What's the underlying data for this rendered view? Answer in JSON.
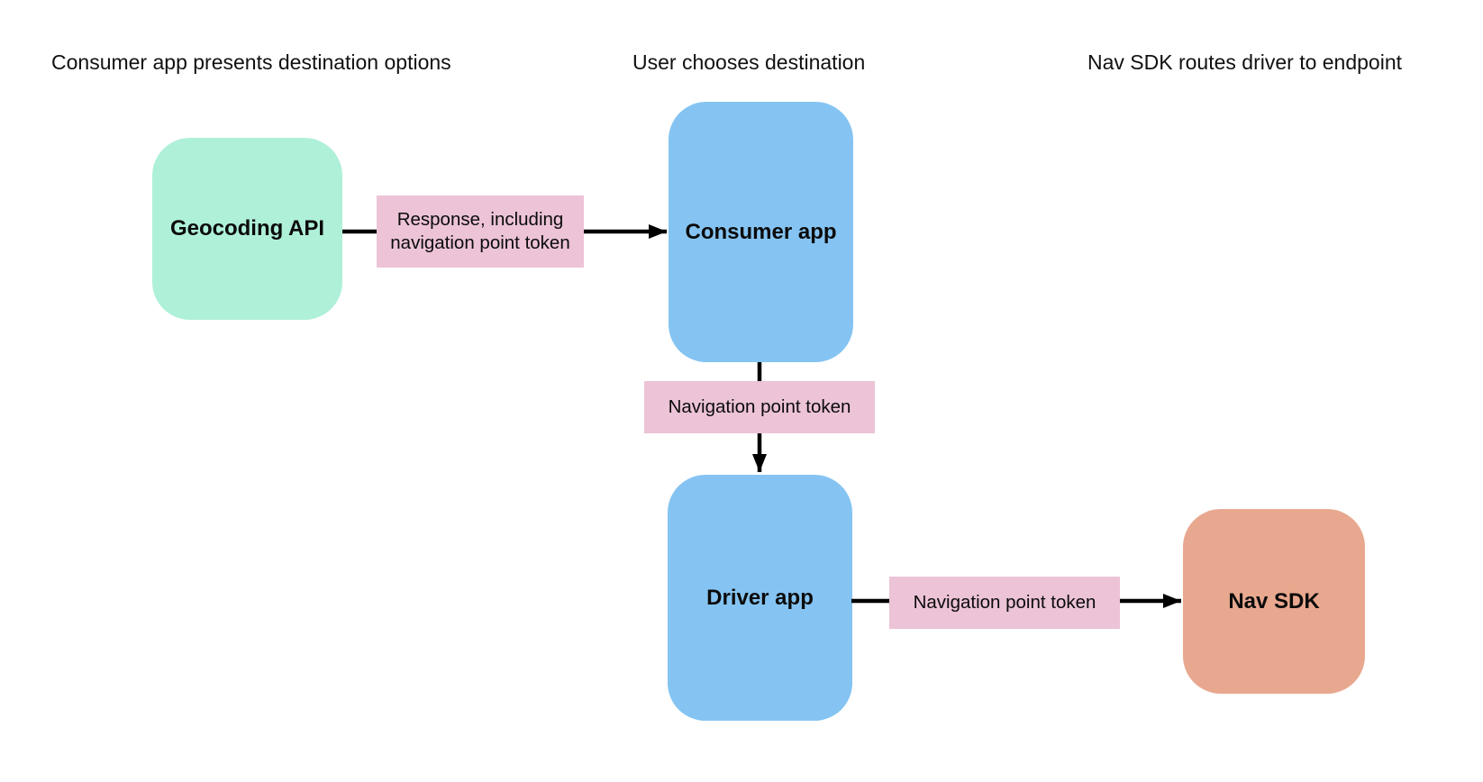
{
  "diagram": {
    "background": "#ffffff",
    "arrow_color": "#000000",
    "headers": [
      {
        "label": "Consumer app presents destination options"
      },
      {
        "label": "User chooses destination"
      },
      {
        "label": "Nav SDK routes driver to endpoint"
      }
    ],
    "nodes": [
      {
        "id": "geocoding-api",
        "label": "Geocoding API",
        "color": "#aff0d9"
      },
      {
        "id": "consumer-app",
        "label": "Consumer app",
        "color": "#85c4f2"
      },
      {
        "id": "driver-app",
        "label": "Driver app",
        "color": "#85c4f2"
      },
      {
        "id": "nav-sdk",
        "label": "Nav SDK",
        "color": "#e8a88f"
      }
    ],
    "edges": [
      {
        "from": "geocoding-api",
        "to": "consumer-app",
        "label": "Response, including navigation point token",
        "label_color": "#ecc3d7"
      },
      {
        "from": "consumer-app",
        "to": "driver-app",
        "label": "Navigation point token",
        "label_color": "#ecc3d7"
      },
      {
        "from": "driver-app",
        "to": "nav-sdk",
        "label": "Navigation point token",
        "label_color": "#ecc3d7"
      }
    ]
  }
}
